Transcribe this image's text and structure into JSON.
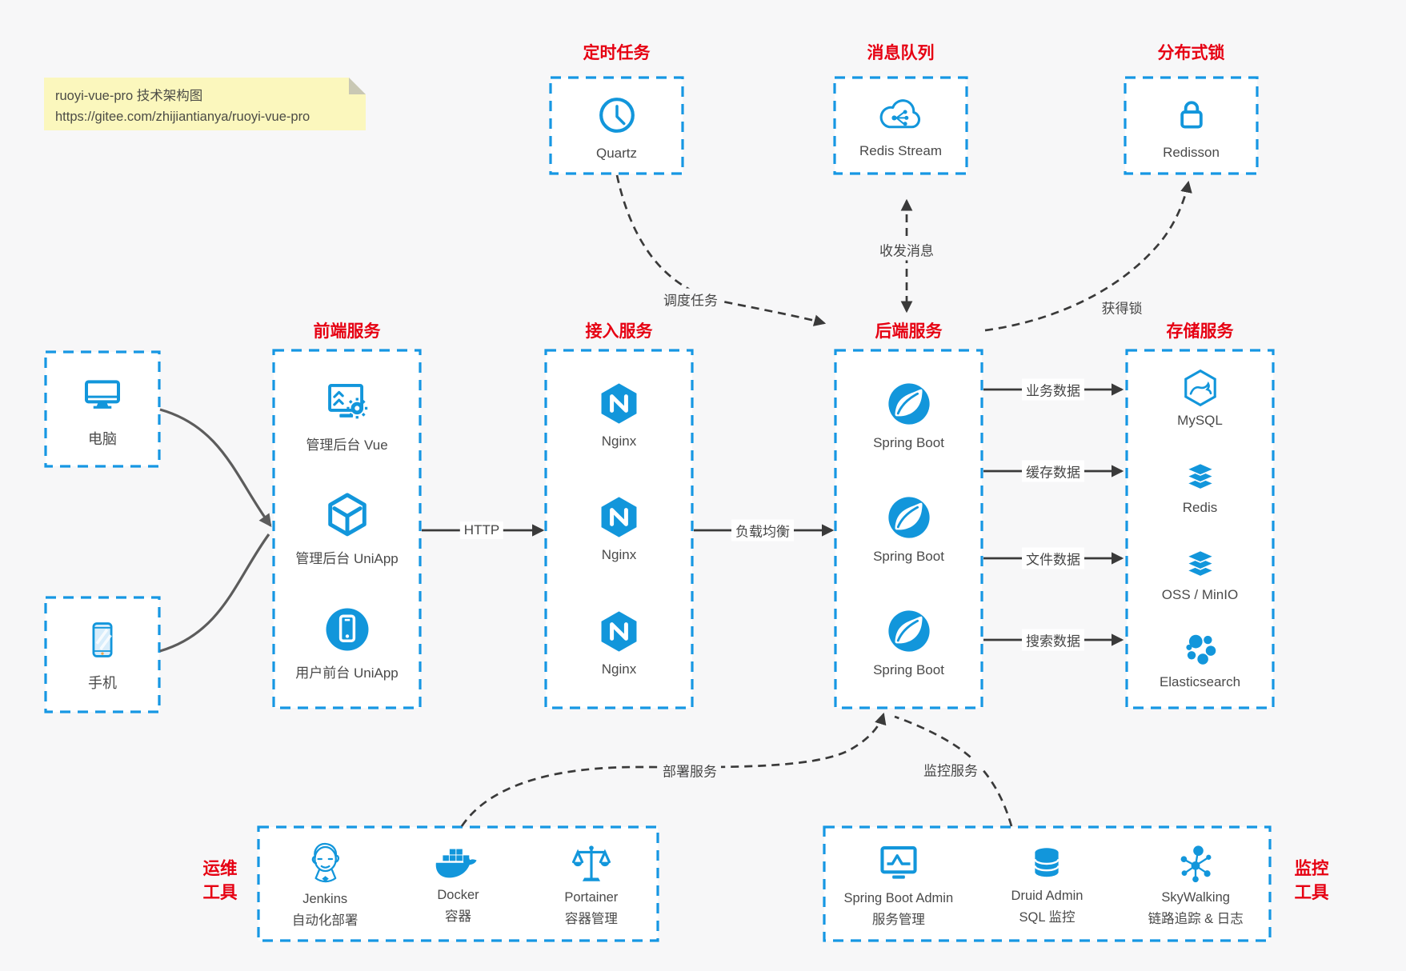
{
  "note": {
    "line1": "ruoyi-vue-pro 技术架构图",
    "line2": "https://gitee.com/zhijiantianya/ruoyi-vue-pro"
  },
  "colors": {
    "accent_blue": "#1296db",
    "border_blue": "#1697e3",
    "accent_red": "#e60012",
    "arrow_dark": "#3a3a3a",
    "note_yellow": "#fbf7bd",
    "canvas_gray": "#f7f7f8"
  },
  "top_services": [
    {
      "title": "定时任务",
      "icon": "clock-icon",
      "label": "Quartz"
    },
    {
      "title": "消息队列",
      "icon": "cloud-stream-icon",
      "label": "Redis Stream"
    },
    {
      "title": "分布式锁",
      "icon": "lock-icon",
      "label": "Redisson"
    }
  ],
  "clients": [
    {
      "icon": "desktop-icon",
      "label": "电脑"
    },
    {
      "icon": "mobile-icon",
      "label": "手机"
    }
  ],
  "columns": [
    {
      "title": "前端服务",
      "items": [
        {
          "icon": "admin-vue-icon",
          "label": "管理后台 Vue"
        },
        {
          "icon": "uniapp-cube-icon",
          "label": "管理后台 UniApp"
        },
        {
          "icon": "user-app-icon",
          "label": "用户前台 UniApp"
        }
      ]
    },
    {
      "title": "接入服务",
      "items": [
        {
          "icon": "nginx-icon",
          "label": "Nginx"
        },
        {
          "icon": "nginx-icon",
          "label": "Nginx"
        },
        {
          "icon": "nginx-icon",
          "label": "Nginx"
        }
      ]
    },
    {
      "title": "后端服务",
      "items": [
        {
          "icon": "spring-icon",
          "label": "Spring Boot"
        },
        {
          "icon": "spring-icon",
          "label": "Spring Boot"
        },
        {
          "icon": "spring-icon",
          "label": "Spring Boot"
        }
      ]
    },
    {
      "title": "存储服务",
      "items": [
        {
          "icon": "mysql-icon",
          "label": "MySQL"
        },
        {
          "icon": "layers-stack-icon",
          "label": "Redis"
        },
        {
          "icon": "layers-stack-icon",
          "label": "OSS / MinIO"
        },
        {
          "icon": "elasticsearch-icon",
          "label": "Elasticsearch"
        }
      ]
    }
  ],
  "flow_labels": {
    "http": "HTTP",
    "load_balance": "负载均衡",
    "schedule_job": "调度任务",
    "send_receive_msg": "收发消息",
    "acquire_lock": "获得锁",
    "business_data": "业务数据",
    "cache_data": "缓存数据",
    "file_data": "文件数据",
    "search_data": "搜索数据",
    "deploy_service": "部署服务",
    "monitor_service": "监控服务"
  },
  "ops_tools": {
    "title_line1": "运维",
    "title_line2": "工具",
    "items": [
      {
        "icon": "jenkins-icon",
        "name": "Jenkins",
        "desc": "自动化部署"
      },
      {
        "icon": "docker-icon",
        "name": "Docker",
        "desc": "容器"
      },
      {
        "icon": "portainer-icon",
        "name": "Portainer",
        "desc": "容器管理"
      }
    ]
  },
  "monitor_tools": {
    "title_line1": "监控",
    "title_line2": "工具",
    "items": [
      {
        "icon": "spring-boot-admin-icon",
        "name": "Spring Boot Admin",
        "desc": "服务管理"
      },
      {
        "icon": "druid-icon",
        "name": "Druid Admin",
        "desc": "SQL 监控"
      },
      {
        "icon": "skywalking-icon",
        "name": "SkyWalking",
        "desc": "链路追踪 & 日志"
      }
    ]
  }
}
